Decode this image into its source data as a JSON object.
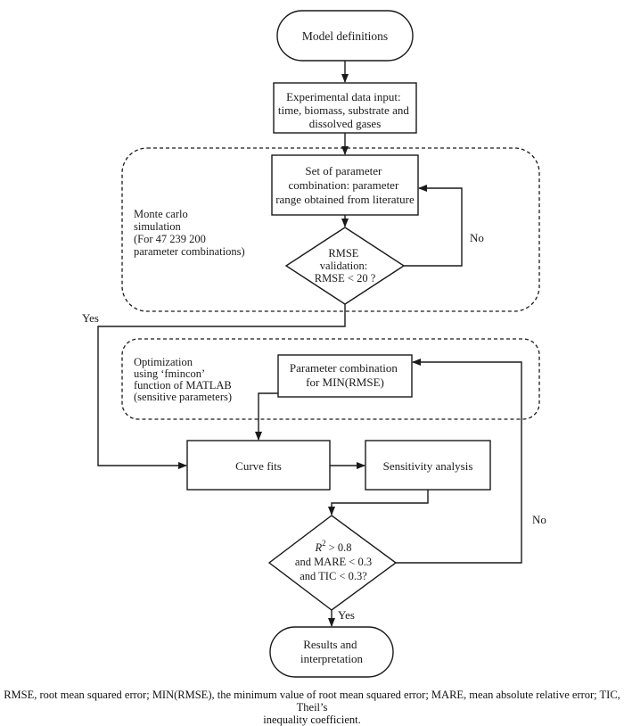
{
  "nodes": {
    "model_definitions": "Model definitions",
    "experimental_input": [
      "Experimental data input:",
      "time, biomass, substrate and",
      "dissolved gases"
    ],
    "parameter_set": [
      "Set of parameter",
      "combination: parameter",
      "range obtained from literature"
    ],
    "rmse_validation": [
      "RMSE",
      "validation:",
      "RMSE < 20 ?"
    ],
    "parameter_min": [
      "Parameter combination",
      "for MIN(RMSE)"
    ],
    "curve_fits": "Curve fits",
    "sensitivity": "Sensitivity analysis",
    "fit_criteria": {
      "r_symbol": "R",
      "superscript": "2",
      "line1_rest": " > 0.8",
      "line2": "and MARE < 0.3",
      "line3": "and TIC < 0.3?"
    },
    "results": [
      "Results and",
      "interpretation"
    ]
  },
  "groups": {
    "monte_carlo": [
      "Monte carlo",
      "simulation",
      "(For 47 239 200",
      "parameter combinations)"
    ],
    "optimization": [
      "Optimization",
      "using ‘fmincon’",
      "function of MATLAB",
      "(sensitive parameters)"
    ]
  },
  "edge_labels": {
    "no_upper": "No",
    "yes_upper": "Yes",
    "no_lower": "No",
    "yes_lower": "Yes"
  },
  "caption": [
    "RMSE, root mean squared error; MIN(RMSE), the minimum value of root mean squared error; MARE, mean absolute relative error; TIC, Theil’s",
    "inequality coefficient."
  ]
}
